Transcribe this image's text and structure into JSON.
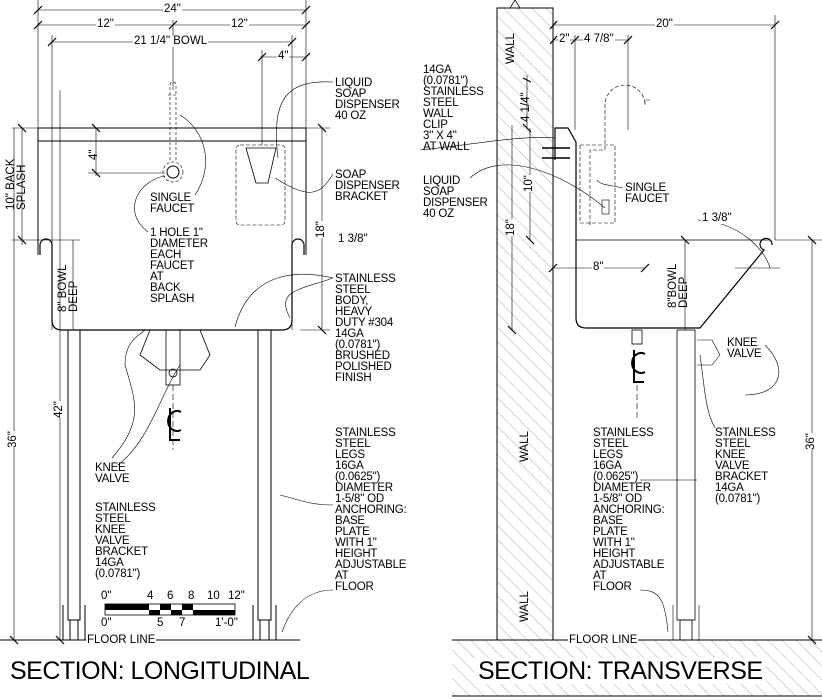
{
  "longitudinal": {
    "title": "SECTION: LONGITUDINAL",
    "dims": {
      "overall_width": "24\"",
      "half_left": "12\"",
      "half_right": "12\"",
      "bowl_width": "21 1/4\" BOWL",
      "dispenser_offset": "4\"",
      "faucet_drop": "4\"",
      "back_splash": "10\" BACK\nSPLASH",
      "bowl_deep": "8\" BOWL\nDEEP",
      "splash_18": "18\"",
      "rim": "1 3/8\"",
      "height_42": "42\"",
      "height_36": "36\""
    },
    "labels": {
      "liquid_soap": "LIQUID\nSOAP\nDISPENSER\n40 OZ",
      "soap_bracket": "SOAP\nDISPENSER\nBRACKET",
      "single_faucet": "SINGLE\nFAUCET",
      "hole": "1 HOLE 1\"\nDIAMETER\nEACH\nFAUCET\nAT\nBACK\nSPLASH",
      "body": "STAINLESS\nSTEEL\nBODY,\nHEAVY\nDUTY #304\n14GA\n(0.0781\")\nBRUSHED\nPOLISHED\nFINISH",
      "knee_valve": "KNEE\nVALVE",
      "knee_bracket": "STAINLESS\nSTEEL\nKNEE\nVALVE\nBRACKET\n14GA\n(0.0781\")",
      "legs": "STAINLESS\nSTEEL\nLEGS\n16GA\n(0.0625\")\nDIAMETER\n1-5/8\" OD\nANCHORING:\nBASE\nPLATE\nWITH 1\"\nHEIGHT\nADJUSTABLE\nAT\nFLOOR",
      "floor_line": "FLOOR LINE"
    },
    "scale": {
      "top": [
        "0\"",
        "4",
        "6",
        "8",
        "10",
        "12\""
      ],
      "bottom": [
        "0\"",
        "5",
        "7",
        "1'-0\""
      ]
    }
  },
  "transverse": {
    "title": "SECTION: TRANSVERSE",
    "dims": {
      "depth": "20\"",
      "clip": "2\"",
      "faucet": "4 7/8\"",
      "clip_height": "4 1/4\"",
      "ten": "10\"",
      "eighteen": "18\"",
      "rim": "1 3/8\"",
      "eight": "8\"",
      "bowl_deep": "8\"BOWL\nDEEP",
      "height_36": "36\""
    },
    "labels": {
      "wall_clip": "14GA\n(0.0781\")\nSTAINLESS\nSTEEL\nWALL\nCLIP\n3\" X 4\"\nAT WALL",
      "liquid_soap": "LIQUID\nSOAP\nDISPENSER\n40 OZ",
      "single_faucet": "SINGLE\nFAUCET",
      "knee_valve": "KNEE\nVALVE",
      "legs": "STAINLESS\nSTEEL\nLEGS\n16GA\n(0.0625\")\nDIAMETER\n1-5/8\" OD\nANCHORING:\nBASE\nPLATE\nWITH 1\"\nHEIGHT\nADJUSTABLE\nAT\nFLOOR",
      "knee_bracket": "STAINLESS\nSTEEL\nKNEE\nVALVE\nBRACKET\n14GA\n(0.0781\")",
      "wall": "WALL",
      "floor_line": "FLOOR LINE"
    }
  }
}
